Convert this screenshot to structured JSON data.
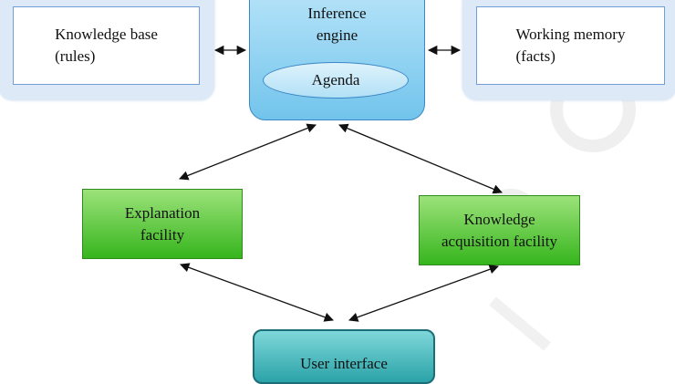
{
  "nodes": {
    "knowledge_base": "Knowledge base\n(rules)",
    "inference_engine": "Inference\nengine",
    "agenda": "Agenda",
    "working_memory": "Working memory\n(facts)",
    "explanation_facility": "Explanation\nfacility",
    "knowledge_acquisition": "Knowledge\nacquisition facility",
    "user_interface": "User interface"
  },
  "colors": {
    "kb_border": "#6f9fd6",
    "engine_fill": "#72c4ec",
    "green_fill": "#36b51d",
    "ui_fill": "#2aa3a8",
    "watermark": "#f0f0f0"
  }
}
